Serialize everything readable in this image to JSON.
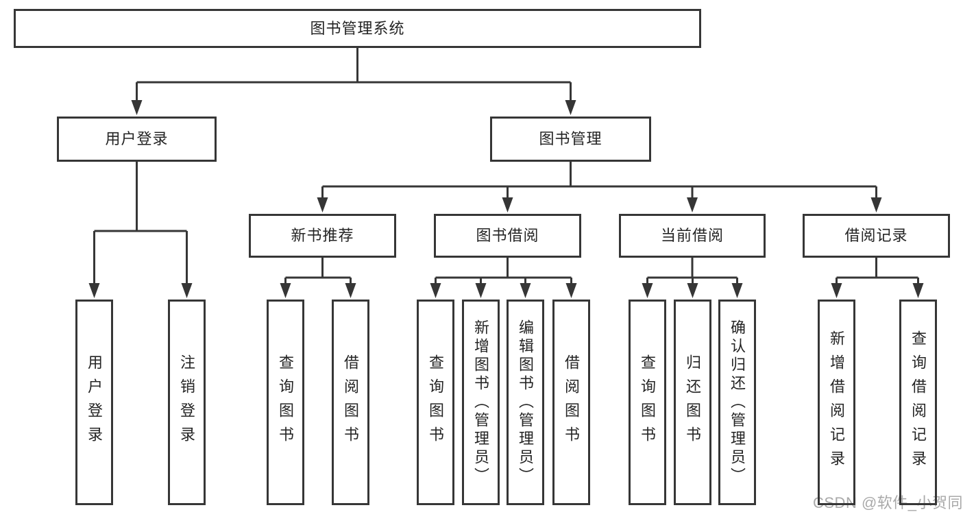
{
  "diagram_type": "functional-structure-tree",
  "tree": {
    "label": "图书管理系统",
    "children": [
      {
        "label": "用户登录",
        "children": [
          {
            "label": "用户登录"
          },
          {
            "label": "注销登录"
          }
        ]
      },
      {
        "label": "图书管理",
        "children": [
          {
            "label": "新书推荐",
            "children": [
              {
                "label": "查询图书"
              },
              {
                "label": "借阅图书"
              }
            ]
          },
          {
            "label": "图书借阅",
            "children": [
              {
                "label": "查询图书"
              },
              {
                "label": "新增图书（管理员）"
              },
              {
                "label": "编辑图书（管理员）"
              },
              {
                "label": "借阅图书"
              }
            ]
          },
          {
            "label": "当前借阅",
            "children": [
              {
                "label": "查询图书"
              },
              {
                "label": "归还图书"
              },
              {
                "label": "确认归还（管理员）"
              }
            ]
          },
          {
            "label": "借阅记录",
            "children": [
              {
                "label": "新增借阅记录"
              },
              {
                "label": "查询借阅记录"
              }
            ]
          }
        ]
      }
    ]
  },
  "watermark": {
    "text": "CSDN @软件_小贺同学"
  },
  "colors": {
    "background": "#ffffff",
    "line": "#363636",
    "box_border": "#363636",
    "text": "#242424",
    "watermark": "#a9a9a9"
  }
}
